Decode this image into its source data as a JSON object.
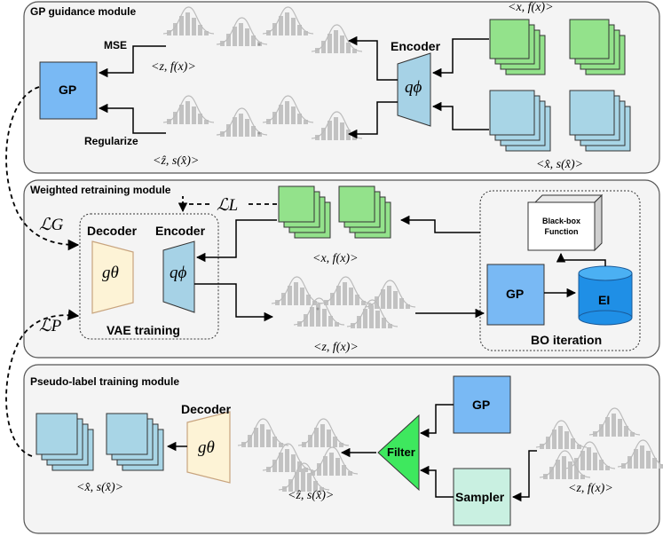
{
  "modules": {
    "gp_guidance": {
      "title": "GP guidance module",
      "gp_label": "GP",
      "mse_label": "MSE",
      "regularize_label": "Regularize",
      "encoder_label": "Encoder",
      "encoder_symbol": "qϕ",
      "z_fx": "<z, f(x)>",
      "zhat_shat": "<ẑ, s(x̂)>",
      "x_fx": "<x, f(x)>",
      "xhat_shat": "<x̂, s(x̂)>"
    },
    "weighted_retraining": {
      "title": "Weighted retraining module",
      "loss_l": "ℒL",
      "loss_g": "ℒG",
      "loss_p": "ℒP",
      "decoder_label": "Decoder",
      "decoder_symbol": "gθ",
      "encoder_label": "Encoder",
      "encoder_symbol": "qϕ",
      "vae_label": "VAE training",
      "x_fx": "<x, f(x)>",
      "z_fx": "<z, f(x)>",
      "blackbox_label": "Black-box\nFunction",
      "gp_label": "GP",
      "ei_label": "EI",
      "bo_label": "BO iteration"
    },
    "pseudo_label": {
      "title": "Pseudo-label training module",
      "decoder_label": "Decoder",
      "decoder_symbol": "gθ",
      "xhat_shat": "<x̂, s(x̂)>",
      "zhat_shat": "<ẑ, s(x̂)>",
      "filter_label": "Filter",
      "gp_label": "GP",
      "sampler_label": "Sampler",
      "z_fx": "<z, f(x)>"
    }
  },
  "colors": {
    "gp_fill": "#79b9f4",
    "green_fill": "#93e28b",
    "blue_fill": "#a8d5e6",
    "encoder_fill": "#a6d2e6",
    "decoder_fill": "#fdf3d6",
    "decoder_stroke": "#c8a47e",
    "filter_fill": "#3ee85e",
    "sampler_fill": "#c9f0e1",
    "ei_fill": "#1f8fe6",
    "panel_fill": "#f4f4f4",
    "bar_fill": "#c2c2c2"
  }
}
